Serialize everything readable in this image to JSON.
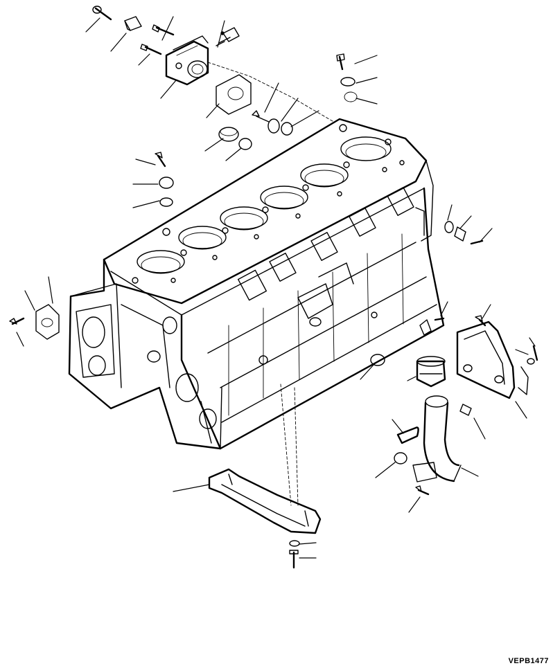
{
  "figure": {
    "code": "VEPB1477"
  },
  "parts": [
    "cylinder-block",
    "thermostat-housing",
    "thermostat-gasket",
    "water-temperature-sensor",
    "housing-bolt",
    "cup-plug",
    "o-ring",
    "drain-plug",
    "cover-gasket",
    "side-cover",
    "oil-pan-bracket",
    "oil-suction-pipe",
    "engine-mount-bracket",
    "breather",
    "lifting-bracket-bolt",
    "washer",
    "clip"
  ]
}
